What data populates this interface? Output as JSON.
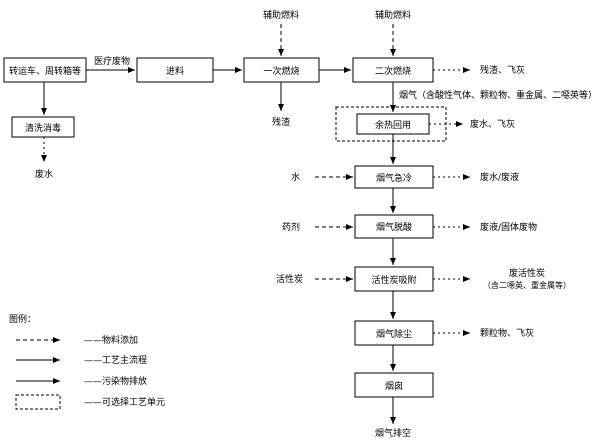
{
  "nodes": {
    "transport": "转运车、周转箱等",
    "feeding": "进料",
    "primary_combustion": "一次燃烧",
    "secondary_combustion": "二次燃烧",
    "cleaning": "清洗消毒",
    "heat_recovery": "余热回用",
    "quench": "烟气急冷",
    "deacidification": "烟气脱酸",
    "carbon_adsorption": "活性炭吸附",
    "dust_removal": "烟气除尘",
    "chimney": "烟囱"
  },
  "labels": {
    "medical_waste": "医疗废物",
    "aux_fuel_1": "辅助燃料",
    "aux_fuel_2": "辅助燃料",
    "residue_primary": "残渣",
    "residue_flyash_secondary": "残渣、飞灰",
    "flue_gas_note": "烟气（含酸性气体、颗粒物、重金属、二噁英等）",
    "wastewater_flyash": "废水、飞灰",
    "wastewater_cleaning": "废水",
    "water": "水",
    "wastewater_liquid": "废水/废液",
    "reagent": "药剂",
    "waste_liquid_solid": "废液/固体废物",
    "activated_carbon": "活性炭",
    "spent_carbon_line1": "废活性炭",
    "spent_carbon_line2": "（含二噁英、重金属等）",
    "particles_flyash": "颗粒物、飞灰",
    "flue_gas_discharge": "烟气排空"
  },
  "legend": {
    "title": "图例：",
    "items": [
      {
        "label": "——物料添加"
      },
      {
        "label": "——工艺主流程"
      },
      {
        "label": "——污染物排放"
      },
      {
        "label": "——可选择工艺单元"
      }
    ]
  }
}
